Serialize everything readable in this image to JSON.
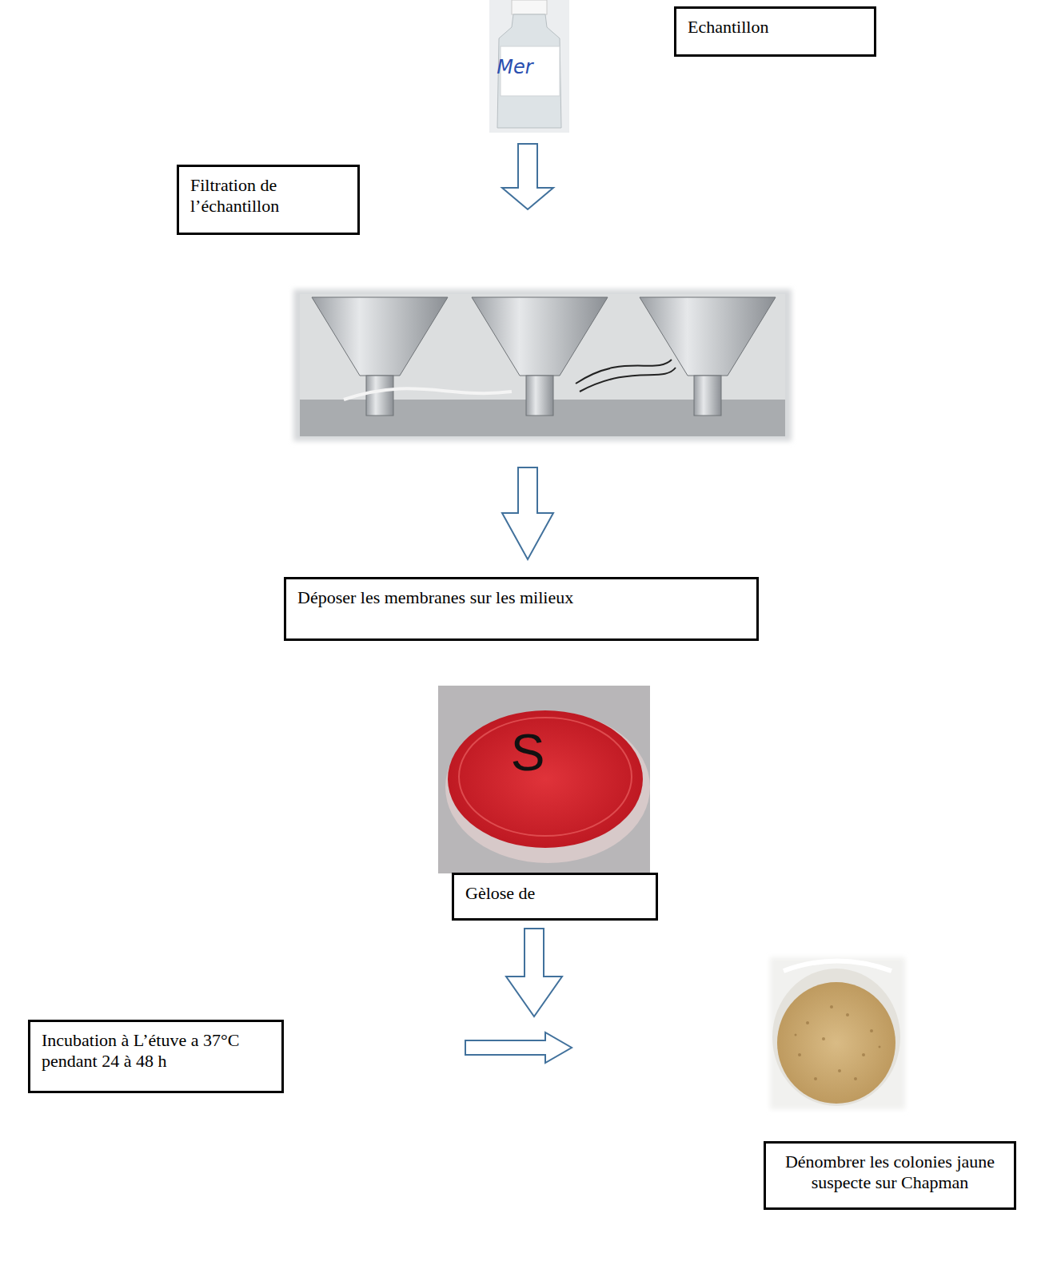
{
  "diagram": {
    "nodes": [
      {
        "text": [
          "Echantillon"
        ]
      },
      {
        "text": [
          "Filtration de l’échantillon"
        ]
      },
      {
        "text": [
          "Déposer les membranes sur les milieux"
        ]
      },
      {
        "text": [
          "Gèlose de"
        ]
      },
      {
        "text": [
          "Incubation à L’étuve a 37°C pendant 24 à 48 h"
        ]
      },
      {
        "text": [
          "Dénombrer les colonies jaune suspecte sur Chapman"
        ]
      }
    ],
    "labels": [
      "Mer",
      "S"
    ]
  }
}
